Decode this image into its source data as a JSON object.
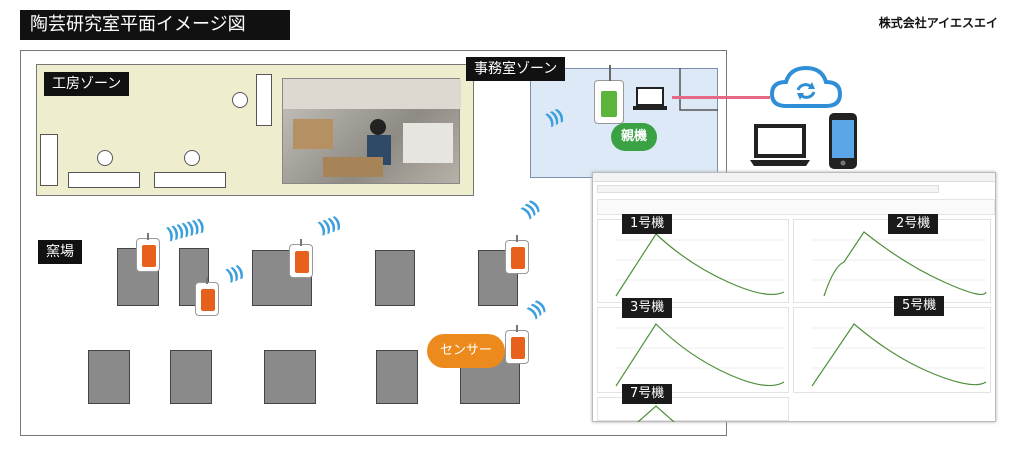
{
  "page": {
    "title": "陶芸研究室平面イメージ図",
    "company": "株式会社アイエスエイ"
  },
  "zones": {
    "workshop": "工房ゾーン",
    "office": "事務室ゾーン",
    "kiln_area": "窯場"
  },
  "labels": {
    "parent_unit": "親機",
    "sensor": "センサー"
  },
  "machines": [
    "1号機",
    "2号機",
    "3号機",
    "5号機",
    "7号機"
  ],
  "colors": {
    "sensor_orange": "#e8611c",
    "wave_blue": "#3a9fdc",
    "parent_green": "#3aa245",
    "sensor_label_orange": "#ec8a1e",
    "office_blue": "#dde9f7",
    "workshop_cream": "#eeeecf",
    "kiln_gray": "#8a8a8a",
    "link_pink": "#e66a86"
  },
  "icons": [
    "cloud-sync-icon",
    "laptop-icon",
    "smartphone-icon",
    "parent-unit-icon",
    "sensor-icon",
    "wireless-signal-icon"
  ]
}
